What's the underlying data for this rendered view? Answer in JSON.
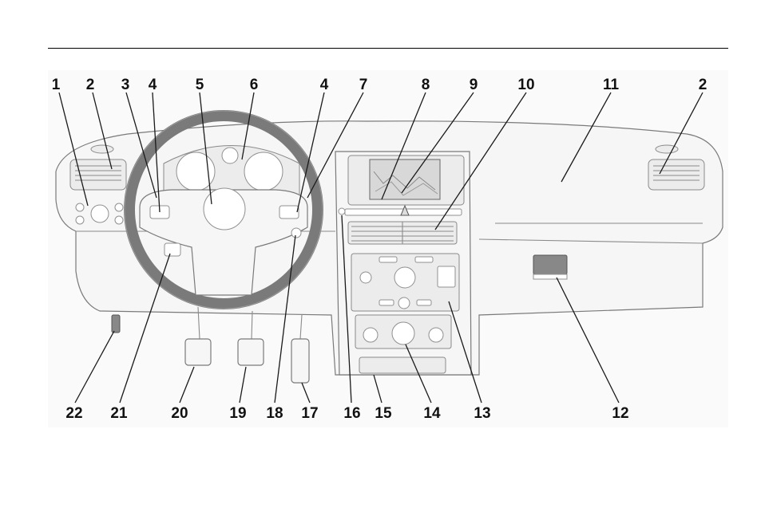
{
  "callouts": {
    "top": [
      "1",
      "2",
      "3",
      "4",
      "5",
      "6",
      "4",
      "7",
      "8",
      "9",
      "10",
      "11",
      "2"
    ],
    "bottom": [
      "22",
      "21",
      "20",
      "19",
      "18",
      "17",
      "16",
      "15",
      "14",
      "13",
      "12"
    ]
  },
  "colors": {
    "outline": "#7a7a7a",
    "fill": "#f6f6f6",
    "text": "#111111",
    "rule": "#000000"
  }
}
